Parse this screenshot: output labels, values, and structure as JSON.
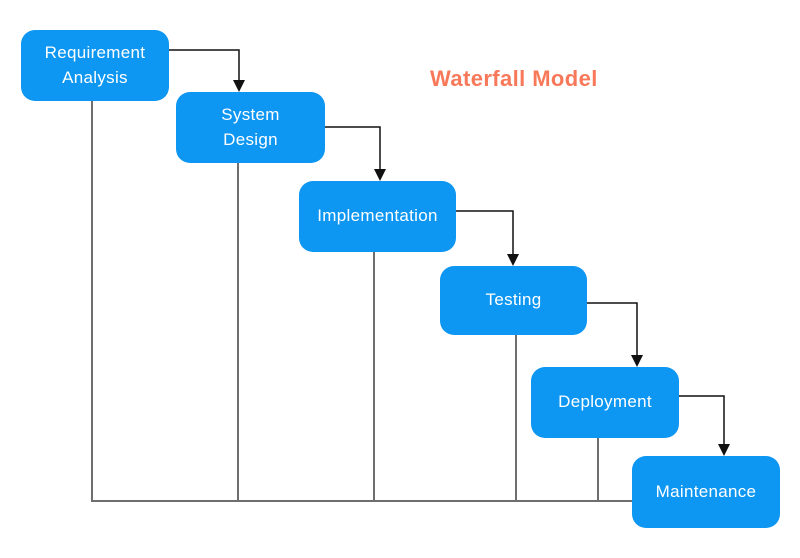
{
  "title": {
    "text": "Waterfall Model"
  },
  "stages": [
    {
      "label": "Requirement\nAnalysis"
    },
    {
      "label": "System\nDesign"
    },
    {
      "label": "Implementation"
    },
    {
      "label": "Testing"
    },
    {
      "label": "Deployment"
    },
    {
      "label": "Maintenance"
    }
  ],
  "palette": {
    "stage_fill": "#0d96f2",
    "stage_text": "#ffffff",
    "title_text": "#f8795a",
    "arrow_line": "#111111",
    "rail_line": "#6e6e6e",
    "background": "#ffffff"
  }
}
